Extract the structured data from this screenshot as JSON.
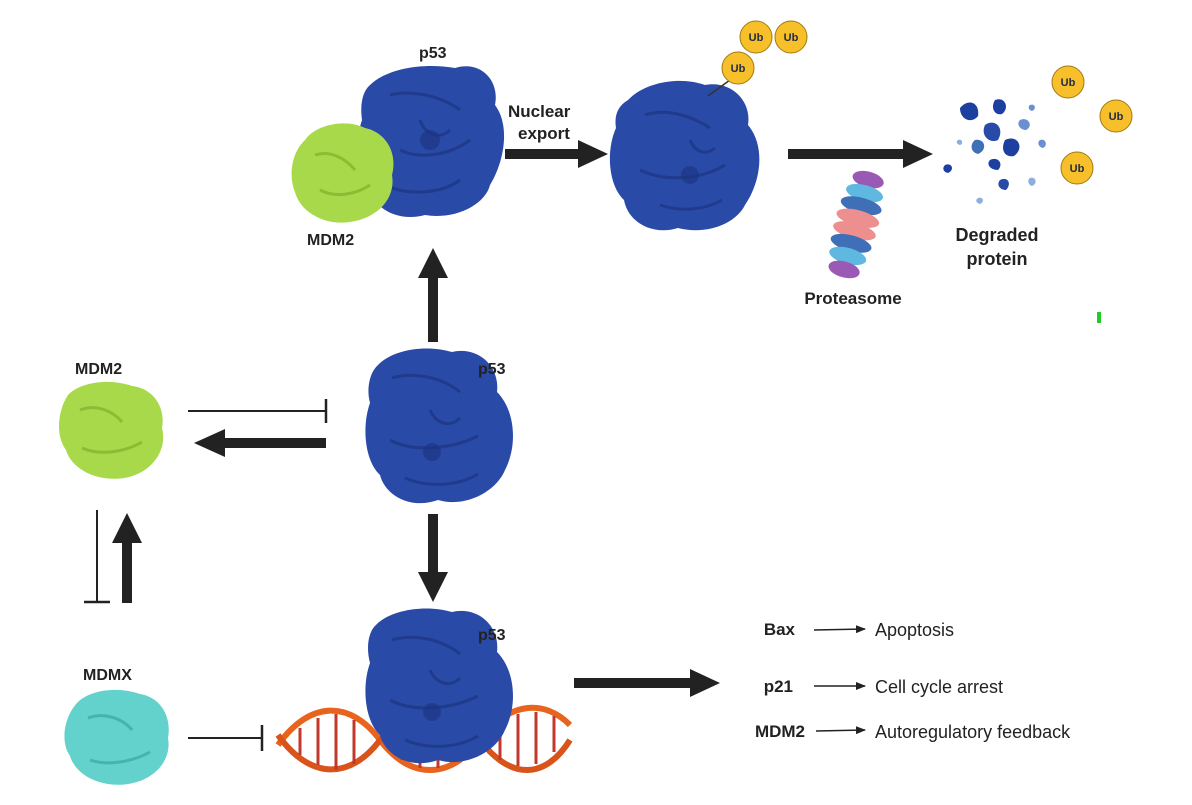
{
  "labels": {
    "p53_top": "p53",
    "mdm2_top": "MDM2",
    "nuclear_export_line1": "Nuclear",
    "nuclear_export_line2": "export",
    "ub": "Ub",
    "proteasome": "Proteasome",
    "degraded_line1": "Degraded",
    "degraded_line2": "protein",
    "mdm2_left": "MDM2",
    "p53_center": "p53",
    "mdmx": "MDMX",
    "p53_bottom": "p53"
  },
  "targets": [
    {
      "gene": "Bax",
      "outcome": "Apoptosis"
    },
    {
      "gene": "p21",
      "outcome": "Cell cycle arrest"
    },
    {
      "gene": "MDM2",
      "outcome": "Autoregulatory feedback"
    }
  ],
  "colors": {
    "p53": "#2a4aa8",
    "p53_dark": "#1c347f",
    "mdm2": "#a8d94a",
    "mdmx": "#63d1cc",
    "ub": "#f7c02b",
    "arrow": "#222222",
    "dna_orange": "#e8641e",
    "dna_red": "#c0392b",
    "proteasome_pink": "#ee8f8f",
    "proteasome_blue": "#5fb8e0",
    "proteasome_purple": "#9b59b6",
    "marker_green": "#22cc22"
  },
  "icons": {
    "p53": "protein-blob-icon",
    "mdm2": "protein-blob-icon",
    "mdmx": "protein-blob-icon",
    "ubiquitin": "ub-circle-icon",
    "proteasome": "proteasome-icon",
    "dna": "dna-helix-icon"
  }
}
